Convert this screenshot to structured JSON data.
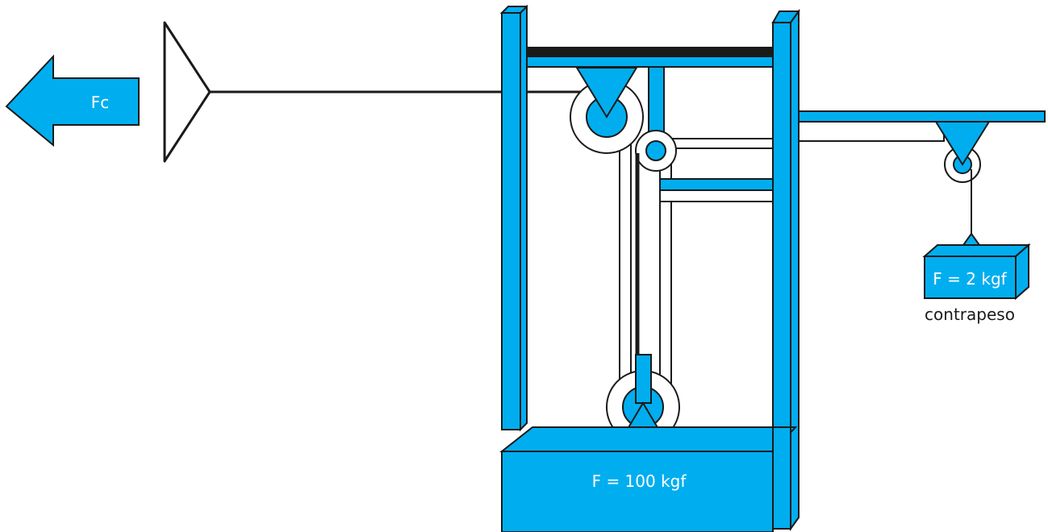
{
  "colors": {
    "fill": "#00aeef",
    "stroke": "#1a1a1a",
    "background": "#ffffff"
  },
  "labels": {
    "force_arrow": "Fc",
    "main_weight": "F = 100 kgf",
    "counterweight": "F = 2 kgf",
    "counterweight_caption": "contrapeso"
  }
}
